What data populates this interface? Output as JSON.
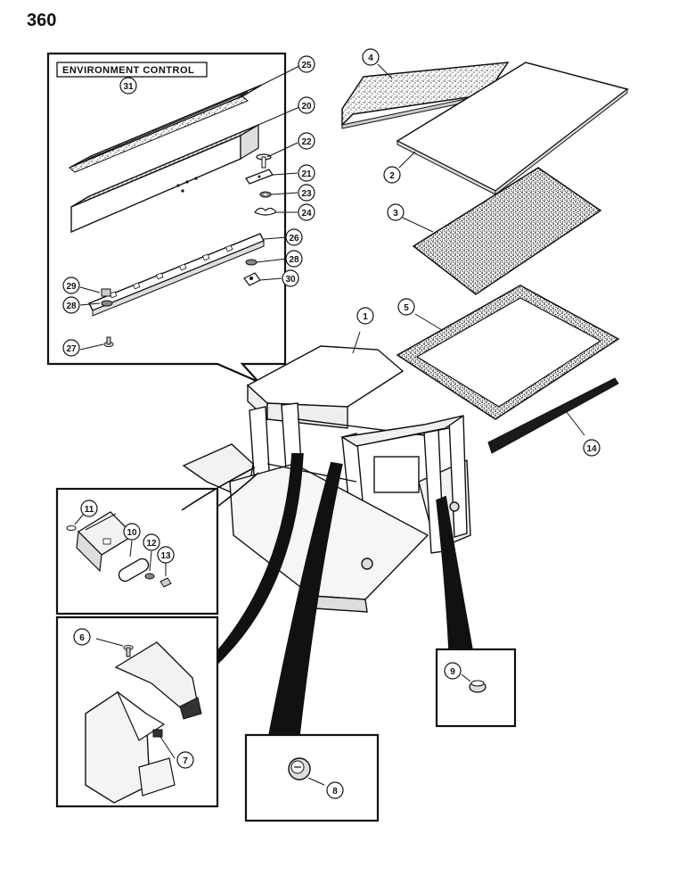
{
  "page_number": "360",
  "inset_title": "ENVIRONMENT CONTROL",
  "callouts": {
    "c1": "1",
    "c2": "2",
    "c3": "3",
    "c4": "4",
    "c5": "5",
    "c6": "6",
    "c7": "7",
    "c8": "8",
    "c9": "9",
    "c10": "10",
    "c11": "11",
    "c12": "12",
    "c13": "13",
    "c14": "14",
    "c20": "20",
    "c21": "21",
    "c22": "22",
    "c23": "23",
    "c24": "24",
    "c25": "25",
    "c26": "26",
    "c27": "27",
    "c28a": "28",
    "c28b": "28",
    "c29": "29",
    "c30": "30",
    "c31": "31"
  }
}
